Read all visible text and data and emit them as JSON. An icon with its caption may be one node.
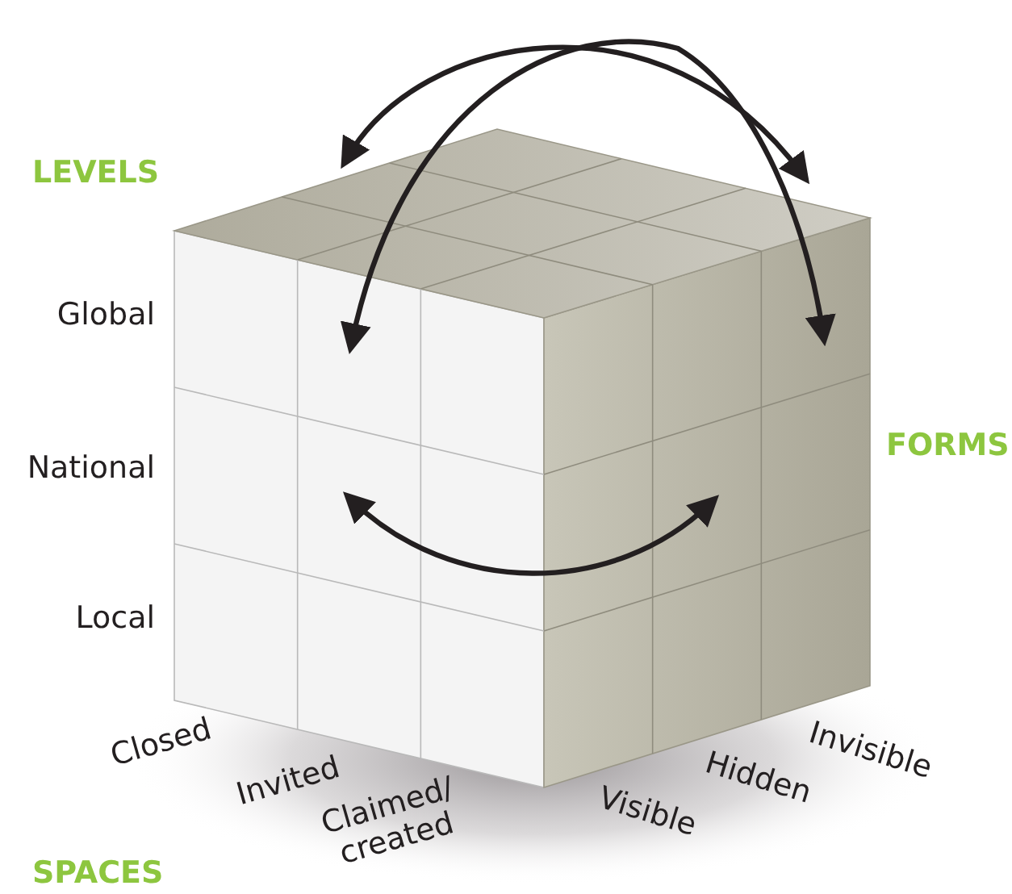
{
  "diagram": {
    "labels": [
      "LEVELS",
      "Global",
      "National",
      "Local",
      "FORMS",
      "Closed",
      "Invited",
      "Claimed/ created",
      "Visible",
      "Hidden",
      "Invisible",
      "SPACES"
    ]
  }
}
